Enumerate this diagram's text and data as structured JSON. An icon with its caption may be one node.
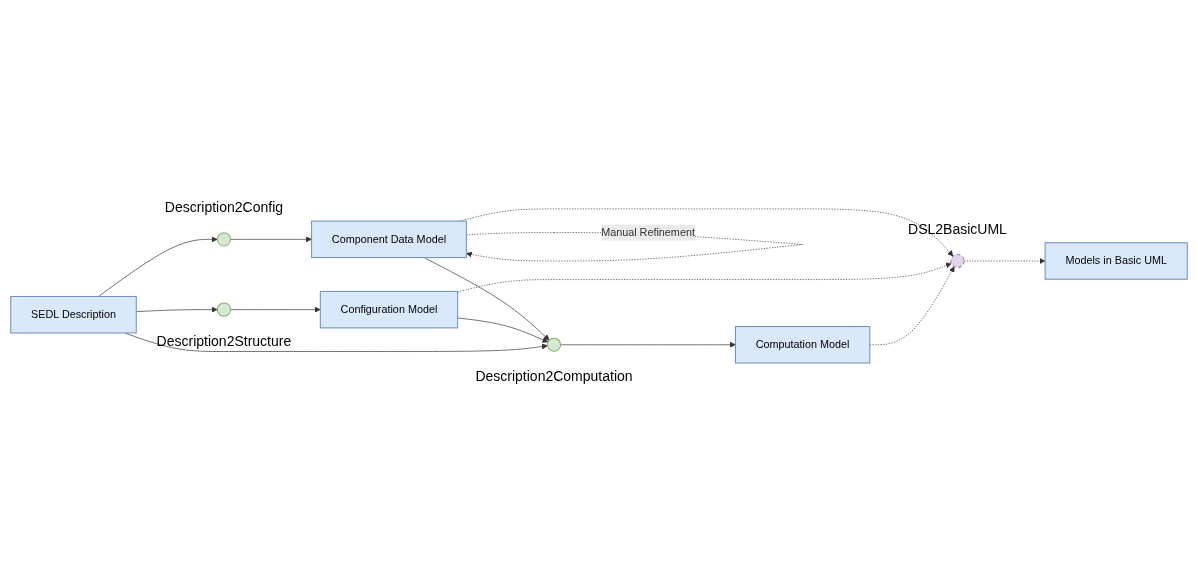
{
  "diagram": {
    "nodes": [
      {
        "text": [
          "SEDL Description"
        ]
      },
      {
        "text": [],
        "shape": "circle",
        "beside": [
          "Description2Config"
        ]
      },
      {
        "text": [
          "Component Data Model"
        ]
      },
      {
        "text": [],
        "shape": "circle",
        "beside": [
          "Description2Structure"
        ]
      },
      {
        "text": [
          "Configuration Model"
        ]
      },
      {
        "text": [],
        "shape": "circle",
        "beside": [
          "Description2Computation"
        ]
      },
      {
        "text": [
          "Computation Model"
        ]
      },
      {
        "text": [],
        "shape": "circle",
        "beside": [
          "DSL2BasicUML"
        ]
      },
      {
        "text": [
          "Models in Basic UML"
        ]
      }
    ],
    "edges": [
      {
        "from": 0,
        "to": 1,
        "arrow": "to"
      },
      {
        "from": 1,
        "to": 2,
        "arrow": "to"
      },
      {
        "from": 0,
        "to": 3,
        "arrow": "to"
      },
      {
        "from": 3,
        "to": 4,
        "arrow": "to"
      },
      {
        "from": 2,
        "to": 2,
        "arrow": "to",
        "style": "dashed",
        "label": "Manual Refinement"
      },
      {
        "from": 2,
        "to": 7,
        "arrow": "to",
        "style": "dashed"
      },
      {
        "from": 4,
        "to": 7,
        "arrow": "to",
        "style": "dashed"
      },
      {
        "from": 2,
        "to": 5,
        "arrow": "to"
      },
      {
        "from": 4,
        "to": 5,
        "arrow": "to"
      },
      {
        "from": 0,
        "to": 5,
        "arrow": "to"
      },
      {
        "from": 5,
        "to": 6,
        "arrow": "to"
      },
      {
        "from": 6,
        "to": 7,
        "arrow": "to",
        "style": "dashed"
      },
      {
        "from": 7,
        "to": 8,
        "arrow": "to",
        "style": "dashed"
      }
    ]
  }
}
